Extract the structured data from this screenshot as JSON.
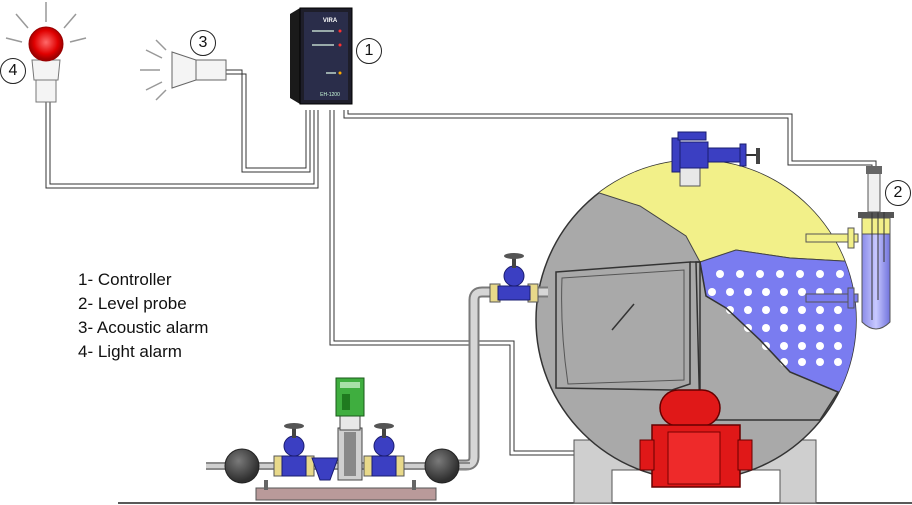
{
  "legend": [
    "1- Controller",
    "2- Level probe",
    "3- Acoustic alarm",
    "4- Light alarm"
  ],
  "callouts": [
    "1",
    "2",
    "3",
    "4"
  ],
  "controller": {
    "brand": "VIRA",
    "model": "EH-1200"
  },
  "colors": {
    "valve_blue": "#3b3fc2",
    "burner_red": "#e01818",
    "water_blue": "#7a7cf0",
    "steam_yellow": "#f2f089",
    "boiler_gray": "#a9a9a9",
    "motor_green": "#3fae3f",
    "pipe_gray": "#c8c8c8"
  }
}
